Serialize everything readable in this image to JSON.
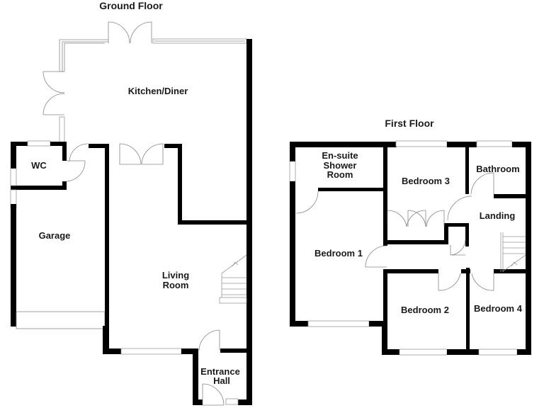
{
  "floors": [
    {
      "title": "Ground Floor",
      "rooms": [
        {
          "name": "Kitchen/Diner",
          "lines": [
            "Kitchen/Diner"
          ]
        },
        {
          "name": "WC",
          "lines": [
            "WC"
          ]
        },
        {
          "name": "Garage",
          "lines": [
            "Garage"
          ]
        },
        {
          "name": "Living Room",
          "lines": [
            "Living",
            "Room"
          ]
        },
        {
          "name": "Entrance Hall",
          "lines": [
            "Entrance",
            "Hall"
          ]
        }
      ]
    },
    {
      "title": "First Floor",
      "rooms": [
        {
          "name": "En-suite Shower Room",
          "lines": [
            "En-suite",
            "Shower",
            "Room"
          ]
        },
        {
          "name": "Bedroom 3",
          "lines": [
            "Bedroom 3"
          ]
        },
        {
          "name": "Bathroom",
          "lines": [
            "Bathroom"
          ]
        },
        {
          "name": "Landing",
          "lines": [
            "Landing"
          ]
        },
        {
          "name": "Bedroom 1",
          "lines": [
            "Bedroom 1"
          ]
        },
        {
          "name": "Bedroom 2",
          "lines": [
            "Bedroom 2"
          ]
        },
        {
          "name": "Bedroom 4",
          "lines": [
            "Bedroom 4"
          ]
        }
      ]
    }
  ],
  "colors": {
    "wall": "#000000",
    "fixture": "#888888",
    "background": "#ffffff",
    "text": "#1a1a1a"
  }
}
